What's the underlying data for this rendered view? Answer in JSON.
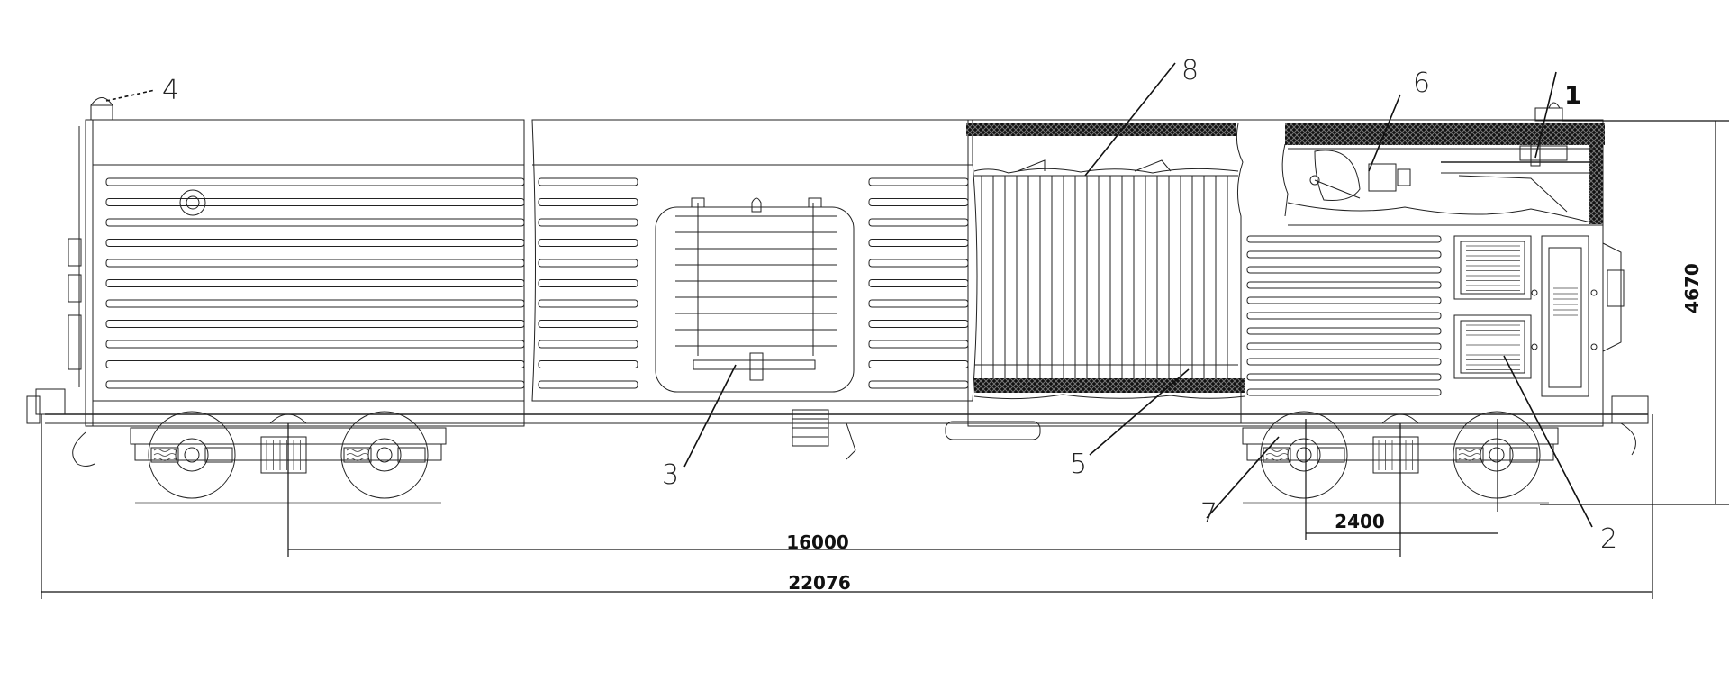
{
  "callouts": {
    "c1": "1",
    "c2": "2",
    "c3": "3",
    "c4": "4",
    "c5": "5",
    "c6": "6",
    "c7": "7",
    "c8": "8"
  },
  "dimensions": {
    "bogie_centers": "16000",
    "overall_length": "22076",
    "wheelbase": "2400",
    "height": "4670"
  },
  "colors": {
    "line": "#222222",
    "background": "#ffffff"
  }
}
